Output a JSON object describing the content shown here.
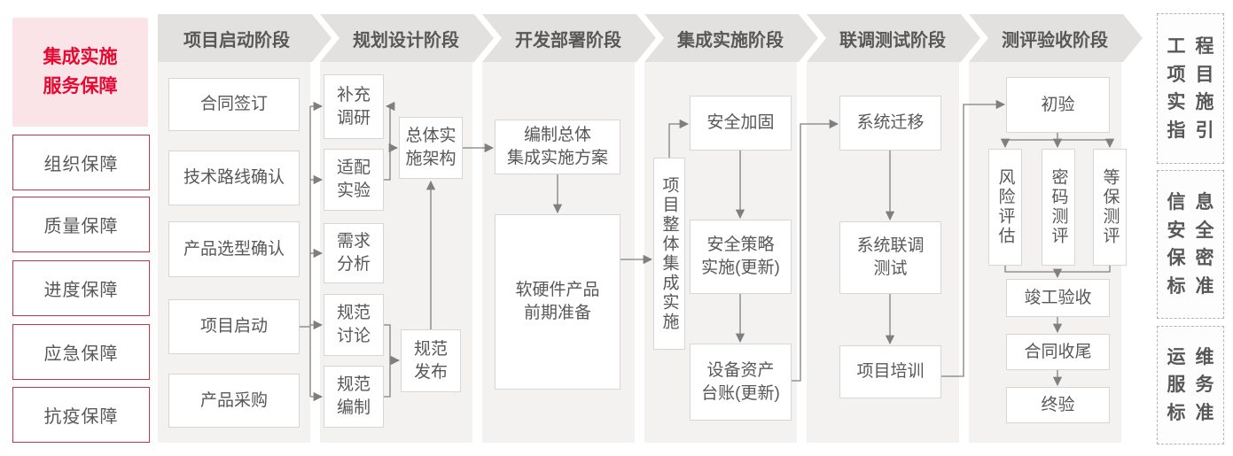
{
  "legend": {
    "title": "集成实施\n服务保障",
    "items": [
      {
        "label": "组织保障"
      },
      {
        "label": "质量保障"
      },
      {
        "label": "进度保障"
      },
      {
        "label": "应急保障"
      },
      {
        "label": "抗疫保障"
      }
    ]
  },
  "phases": [
    {
      "label": "项目启动阶段"
    },
    {
      "label": "规划设计阶段"
    },
    {
      "label": "开发部署阶段"
    },
    {
      "label": "集成实施阶段"
    },
    {
      "label": "联调测试阶段"
    },
    {
      "label": "测评验收阶段"
    }
  ],
  "flow": {
    "p1": [
      "合同签订",
      "技术路线确认",
      "产品选型确认",
      "项目启动",
      "产品采购"
    ],
    "p2": {
      "buchong": "补充\n调研",
      "shipei": "适配\n实验",
      "xuqiu": "需求\n分析",
      "guitan": "规范\n讨论",
      "guibian": "规范\n编制",
      "zongti": "总体实\n施架构",
      "guifabu": "规范\n发布"
    },
    "p3": {
      "bianzhi": "编制总体\n集成实施方案",
      "ruanying": "软硬件产品\n前期准备"
    },
    "p4": {
      "zhengtij": "项目整体集成实施",
      "jiagu": "安全加固",
      "celue": "安全策略\n实施(更新)",
      "taizhang": "设备资产\n台账(更新)"
    },
    "p5": {
      "qianyi": "系统迁移",
      "liantiao": "系统联调\n测试",
      "peixun": "项目培训"
    },
    "p6": {
      "chuyan": "初验",
      "fengxian": "风险评估",
      "mima": "密码测评",
      "dengbao": "等保测评",
      "jungong": "竣工验收",
      "shouwei": "合同收尾",
      "zhongyan": "终验"
    }
  },
  "right_boxes": [
    {
      "rows": [
        "工程",
        "项目",
        "实施",
        "指引"
      ]
    },
    {
      "rows": [
        "信息",
        "安全",
        "保密",
        "标准"
      ]
    },
    {
      "rows": [
        "运维",
        "服务",
        "标准"
      ]
    }
  ],
  "colors": {
    "accent_red": "#e60a32",
    "red_border": "#c9344b",
    "pink_bg": "#fbe4e7",
    "panel_gray": "#f3f2f1",
    "banner_gray": "#e3e1e0",
    "text_gray": "#595757",
    "line_gray": "#7f7f7f"
  }
}
